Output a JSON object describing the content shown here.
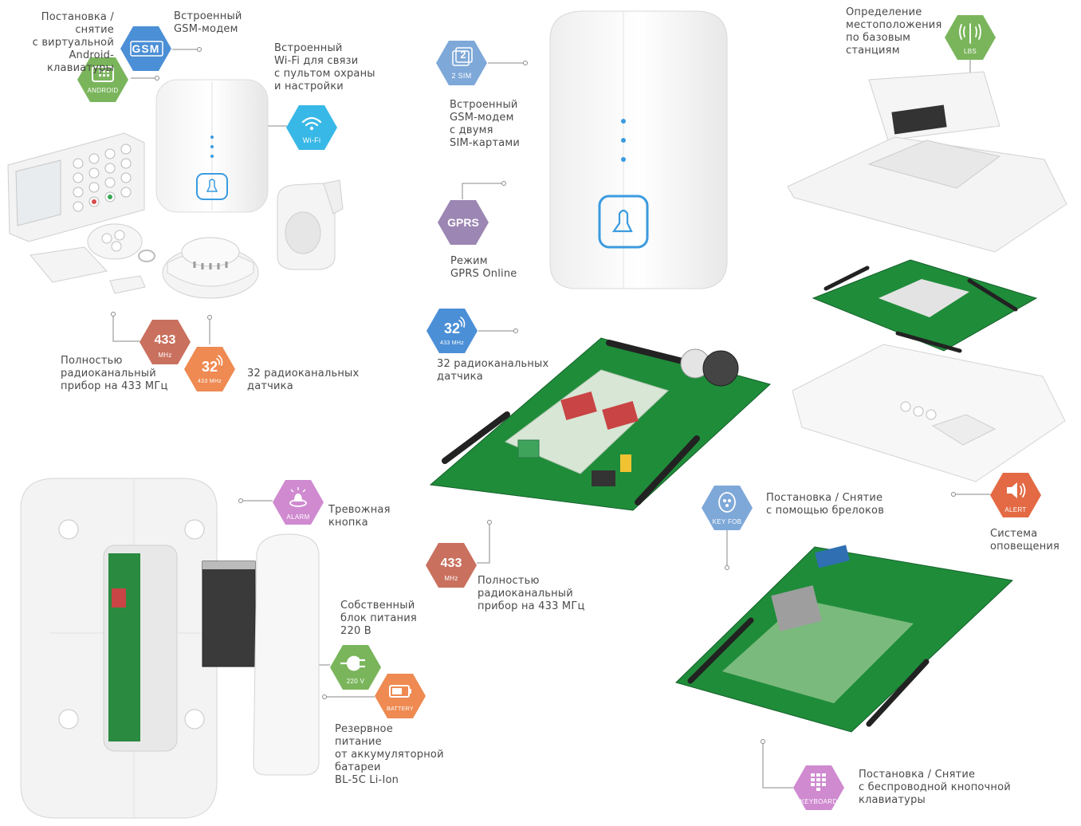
{
  "colors": {
    "green": "#7ab55c",
    "blue": "#4b8fd6",
    "cyan": "#38b8e6",
    "purple": "#9c86b3",
    "rust": "#c9705e",
    "orange": "#ee8a52",
    "pink": "#cf8ad0",
    "red": "#e36a44",
    "lightblue": "#7ea8d8",
    "text": "#4a4a4a",
    "pcb": "#1f8c3a"
  },
  "badges": {
    "android": {
      "caption": "ANDROID",
      "icon": "smartphone-keypad-icon"
    },
    "gsm": {
      "text": "GSM",
      "icon": "gsm-logo-icon"
    },
    "wifi_left": {
      "caption": "Wi-Fi",
      "icon": "wifi-icon"
    },
    "f433_left": {
      "big": "433",
      "caption": "MHz"
    },
    "s32_left": {
      "big": "32",
      "caption": "433 MHz",
      "icon": "signal-icon"
    },
    "sim2": {
      "big": "2",
      "caption": "2 SIM",
      "icon": "sim-cards-icon"
    },
    "gprs": {
      "big": "GPRS"
    },
    "s32_mid": {
      "big": "32",
      "caption": "433 MHz",
      "icon": "signal-icon"
    },
    "f433_mid": {
      "big": "433",
      "caption": "MHz"
    },
    "alarm": {
      "caption": "ALARM",
      "icon": "alarm-button-icon"
    },
    "v220": {
      "caption": "220 V",
      "icon": "plug-icon"
    },
    "battery": {
      "caption": "BATTERY",
      "icon": "battery-icon"
    },
    "lbs": {
      "caption": "LBS",
      "icon": "cell-tower-icon"
    },
    "keyfob": {
      "caption": "KEY FOB",
      "icon": "key-fob-icon"
    },
    "alert": {
      "caption": "ALERT",
      "icon": "speaker-icon"
    },
    "keyboard": {
      "caption": "KEYBOARD",
      "icon": "keypad-icon"
    }
  },
  "labels": {
    "android_keypad": "Постановка /снятие\nс виртуальной\nAndroid-клавиатуры",
    "gsm_builtin": "Встроенный\nGSM-модем",
    "wifi": "Встроенный\nWi-Fi для связи\nс пультом охраны\nи настройки",
    "radio_433_left": "Полностью\nрадиоканальный\nприбор на 433 МГц",
    "sensors_32_left": "32 радиоканальных\nдатчика",
    "gsm_2sim": "Встроенный\nGSM-модем\nс двумя\nSIM-картами",
    "gprs_mode": "Режим\nGPRS Online",
    "sensors_32_mid": "32 радиоканальных\nдатчика",
    "radio_433_mid": "Полностью\nрадиоканальный\nприбор на 433 МГц",
    "lbs": "Определение\nместоположения\nпо базовым\nстанциям",
    "keyfob": "Постановка / Снятие\nс помощью брелоков",
    "alert": "Система\nоповещения",
    "keyboard": "Постановка / Снятие\nс беспроводной кнопочной\nклавиатуры",
    "alarm": "Тревожная\nкнопка",
    "power": "Собственный\nблок питания\n220 В",
    "battery": "Резервное\nпитание\nот аккумуляторной\nбатареи\nBL-5C Li-Ion"
  }
}
